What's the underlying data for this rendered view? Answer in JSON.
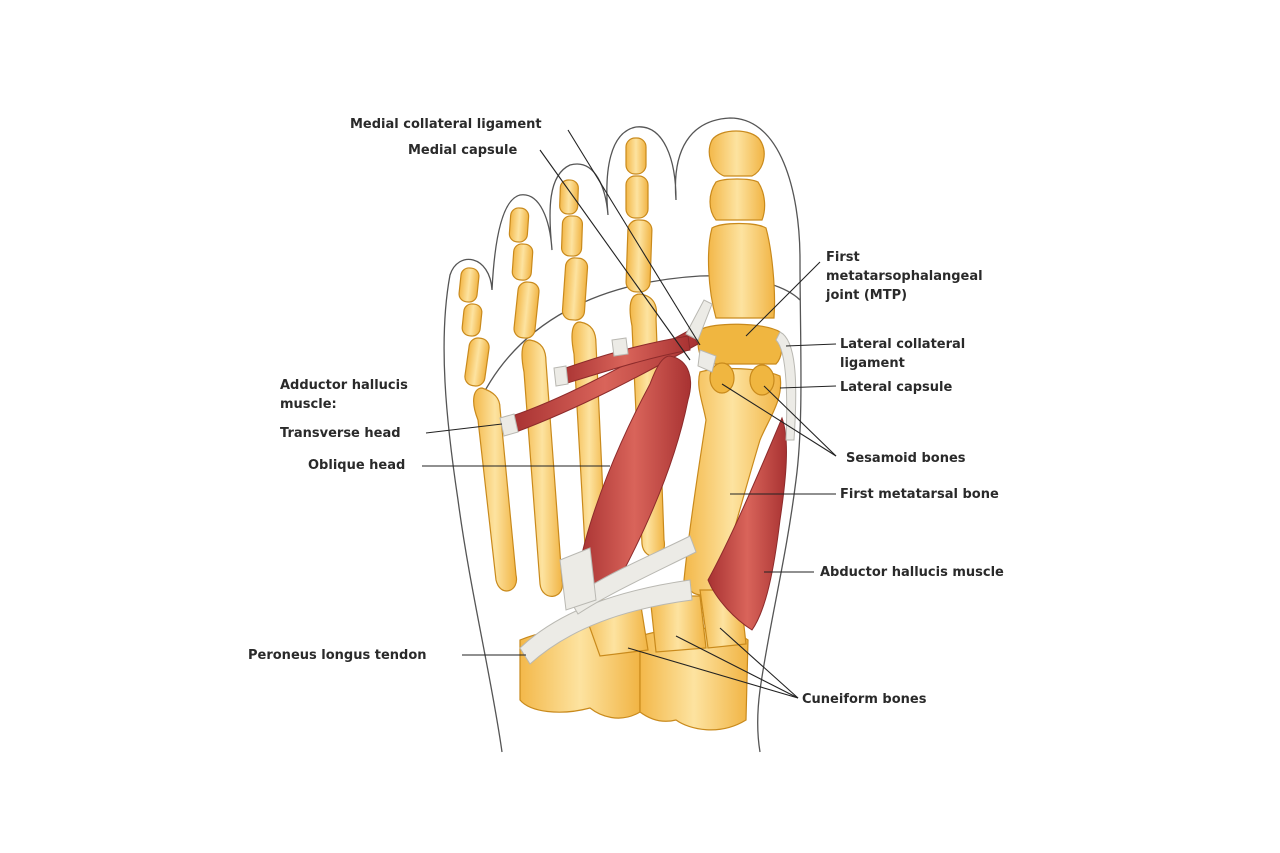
{
  "labels": {
    "medial_collateral_ligament": "Medial collateral ligament",
    "medial_capsule": "Medial capsule",
    "first_mtp_1": "First",
    "first_mtp_2": "metatarsophalangeal",
    "first_mtp_3": "joint (MTP)",
    "lateral_collateral_1": "Lateral collateral",
    "lateral_collateral_2": "ligament",
    "lateral_capsule": "Lateral capsule",
    "adductor_hallucis_1": "Adductor hallucis",
    "adductor_hallucis_2": "muscle:",
    "transverse_head": "Transverse head",
    "oblique_head": "Oblique head",
    "sesamoid_bones": "Sesamoid bones",
    "first_metatarsal_bone": "First metatarsal bone",
    "abductor_hallucis_muscle": "Abductor hallucis muscle",
    "peroneus_longus_tendon": "Peroneus longus tendon",
    "cuneiform_bones": "Cuneiform bones"
  },
  "colors": {
    "bone": "#f7c65a",
    "bone_highlight": "#fde7a8",
    "muscle": "#c8443f",
    "ligament": "#ecebe6",
    "outline": "#555555",
    "label_text": "#2a2a2a"
  }
}
